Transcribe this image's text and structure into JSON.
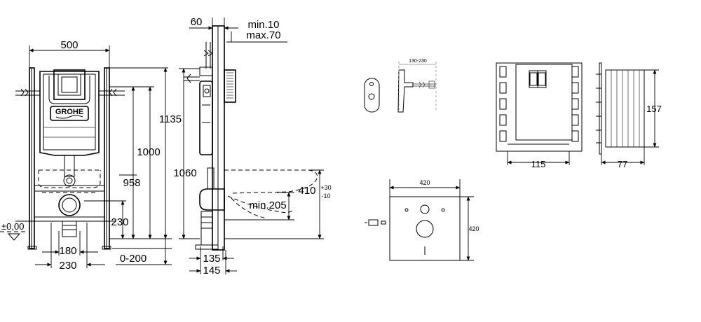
{
  "front_view": {
    "width_label": "500",
    "height_1135": "1135",
    "height_1000": "1000",
    "height_958": "958",
    "outlet_230": "230",
    "zero_level": "±0,00",
    "bottom_180": "180",
    "bottom_230": "230",
    "floor_range": "0-200",
    "brand": "GROHE"
  },
  "side_view": {
    "top_60": "60",
    "min_10": "min.10",
    "max_70": "max.70",
    "height_1060": "1060",
    "bowl_410": "410",
    "bowl_plus": "+30",
    "bowl_minus": "-10",
    "min_205": "min.205",
    "depth_135": "135",
    "depth_145": "145"
  },
  "flush_detail": {
    "range": "130-230"
  },
  "plate_detail": {
    "width_115": "115",
    "height_157": "157",
    "depth_77": "77"
  },
  "mat_detail": {
    "width_420": "420",
    "height_420": "420"
  }
}
